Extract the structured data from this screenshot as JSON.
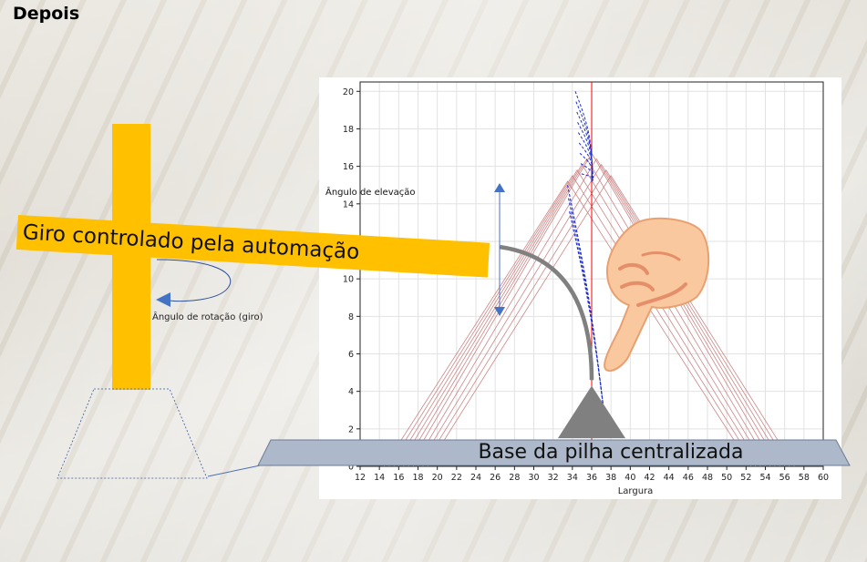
{
  "title": "Depois",
  "annotations": {
    "banner_text": "Giro controlado pela automação",
    "rotation_label": "Ângulo de rotação (giro)",
    "elevation_label": "Ângulo de elevação",
    "base_label": "Base da pilha centralizada"
  },
  "colors": {
    "banner": "#ffc000",
    "stacker_mast": "#ffc000",
    "pile": "#808080",
    "arc": "#808080",
    "centerline": "#ff0000",
    "pile_lines": "#c87878",
    "trajectory": "#1f2fd0",
    "arrows": "#4472c4",
    "base_bar": "#adb9ca"
  },
  "icons": {
    "hand": "pointing-hand-icon"
  },
  "chart_data": {
    "type": "line",
    "xlabel": "Largura",
    "ylabel": "",
    "xlim": [
      12,
      60
    ],
    "ylim": [
      0,
      20.5
    ],
    "xticks": [
      12,
      14,
      16,
      18,
      20,
      22,
      24,
      26,
      28,
      30,
      32,
      34,
      36,
      38,
      40,
      42,
      44,
      46,
      48,
      50,
      52,
      54,
      56,
      58,
      60
    ],
    "yticks": [
      0,
      2,
      4,
      6,
      8,
      10,
      12,
      14,
      16,
      18,
      20
    ],
    "grid": true,
    "centerline_x": 36,
    "pile_peak": [
      36,
      4.3
    ],
    "pile_base": [
      32.5,
      39.5
    ],
    "triangle_peaks_x": [
      33.5,
      34,
      34.5,
      35,
      35.5,
      36,
      36.5,
      37,
      37.5,
      38
    ],
    "triangle_peak_y": [
      15.2,
      15.5,
      15.8,
      16.1,
      16.4,
      16.7,
      16.4,
      16.1,
      15.8,
      15.5
    ],
    "triangle_half_width": 19
  }
}
